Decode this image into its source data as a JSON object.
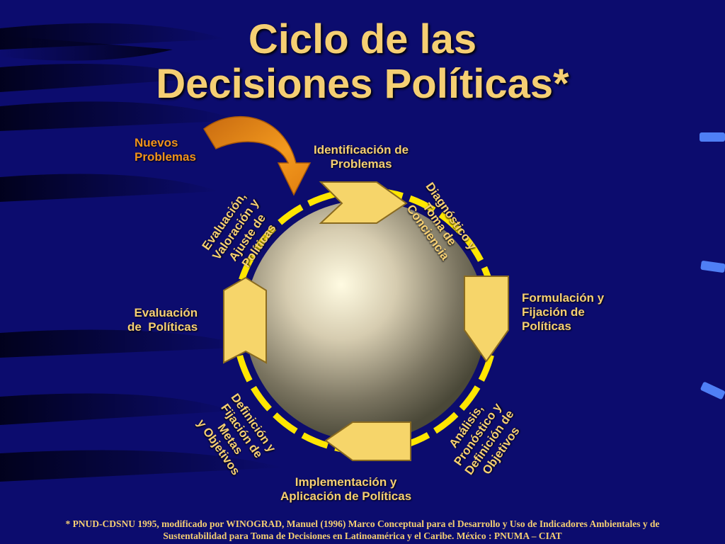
{
  "title": {
    "line1": "Ciclo de las",
    "line2": "Decisiones Políticas*"
  },
  "stages": {
    "identificacion": "Identificación de\nProblemas",
    "diagnostico": "Diagnóstico y\nToma de\nConciencia",
    "formulacion": "Formulación y\nFijación de\nPolíticas",
    "analisis": "Análisis,\nPronóstico y\nDefinición de\nObjetivos",
    "implementacion": "Implementación y\nAplicación de Políticas",
    "definicion": "Definición y\nFijación de\nMetas\ny Objetivos",
    "evaluacion": "Evaluación\nde  Políticas",
    "evaluacion_ajuste": "Evaluación,\nValoración y\nAjuste de\nPolíticas"
  },
  "nuevos_problemas": "Nuevos\nProblemas",
  "footnote": {
    "line1": "* PNUD-CDSNU 1995, modificado por WINOGRAD, Manuel (1996) Marco Conceptual para el Desarrollo y Uso de Indicadores Ambientales y de",
    "line2": "Sustentabilidad para Toma de Decisiones en Latinoamérica y el Caribe. México : PNUMA – CIAT"
  },
  "colors": {
    "background": "#0c0c6e",
    "title": "#f5cf73",
    "arrow_fill": "#f6d56a",
    "dash": "#ffe600",
    "curved_arrow": "#f0921c"
  }
}
